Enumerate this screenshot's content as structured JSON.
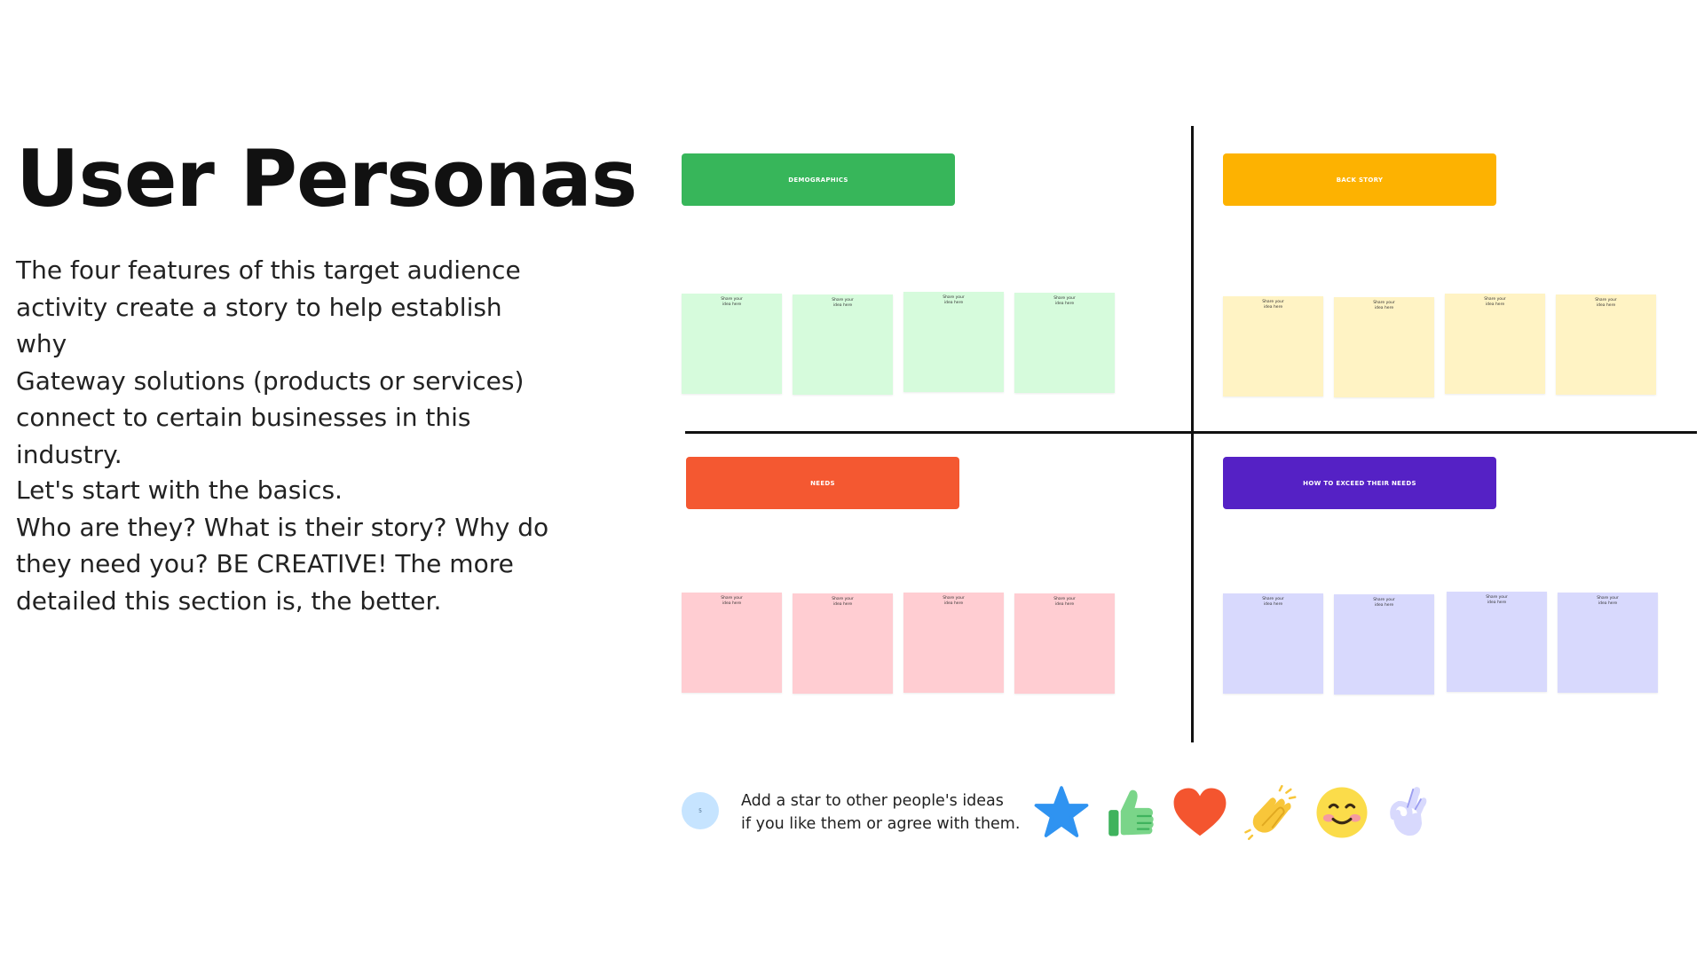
{
  "page": {
    "title": "User Personas",
    "intro_lines": [
      "The four features of this target audience",
      "activity create a story to help establish why",
      "Gateway solutions (products or services)",
      "connect to certain businesses in this",
      "industry."
    ],
    "prompt_lines": [
      "Let's start with the basics.",
      "Who are they? What is their story? Why do",
      "they need you? BE CREATIVE! The more",
      "detailed this section is, the better."
    ]
  },
  "sections": {
    "demographics": {
      "label": "DEMOGRAPHICS",
      "color": "#37b65a",
      "note_color": "#d6fbdc"
    },
    "back_story": {
      "label": "BACK STORY",
      "color": "#fdb201",
      "note_color": "#fff3c4"
    },
    "needs": {
      "label": "NEEDS",
      "color": "#f45831",
      "note_color": "#ffcdd2"
    },
    "exceed": {
      "label": "HOW TO EXCEED THEIR NEEDS",
      "color": "#5521c5",
      "note_color": "#d8d9fd"
    }
  },
  "sticky_note": {
    "line_1": "Share your",
    "line_2": "idea here"
  },
  "footer": {
    "star_badge": "5",
    "line_1": "Add a star to other people's ideas",
    "line_2": "if you like them or agree with them.",
    "reactions": [
      "star-icon",
      "thumbs-up-icon",
      "heart-icon",
      "clapping-hands-icon",
      "smiling-face-icon",
      "ok-hand-icon"
    ]
  }
}
